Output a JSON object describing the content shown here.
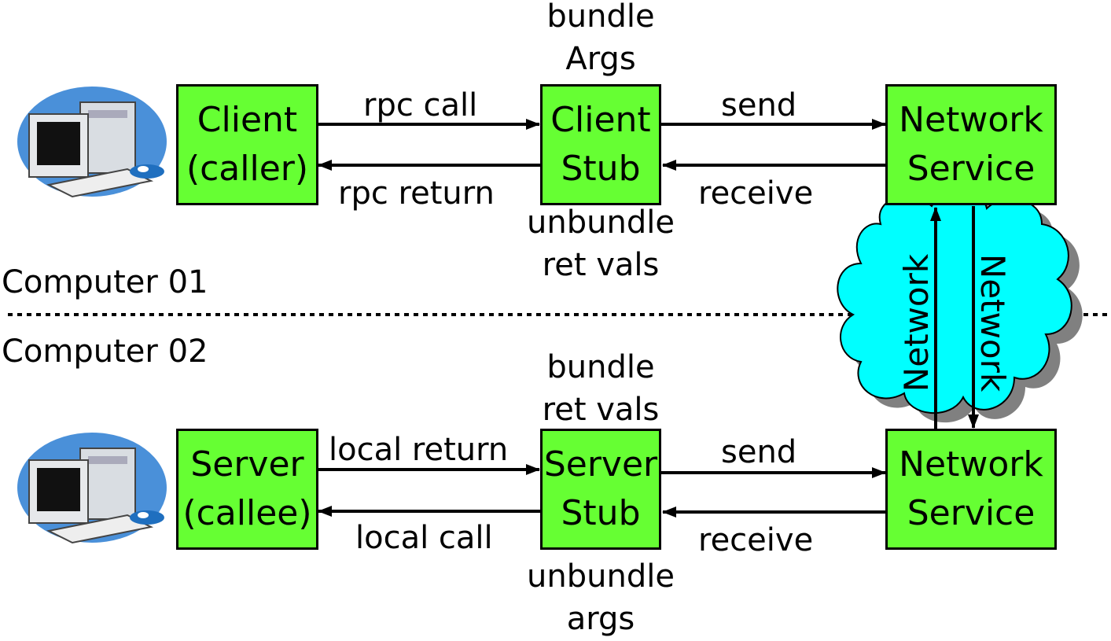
{
  "computer_top": {
    "label": "Computer 01",
    "client": {
      "line1": "Client",
      "line2": "(caller)"
    },
    "client_stub": {
      "line1": "Client",
      "line2": "Stub"
    },
    "network_service": {
      "line1": "Network",
      "line2": "Service"
    },
    "arrow_rpc_call": "rpc call",
    "arrow_rpc_return": "rpc return",
    "arrow_send": "send",
    "arrow_receive": "receive",
    "note_bundle": {
      "line1": "bundle",
      "line2": "Args"
    },
    "note_unbundle": {
      "line1": "unbundle",
      "line2": "ret vals"
    }
  },
  "computer_bottom": {
    "label": "Computer 02",
    "server": {
      "line1": "Server",
      "line2": "(callee)"
    },
    "server_stub": {
      "line1": "Server",
      "line2": "Stub"
    },
    "network_service": {
      "line1": "Network",
      "line2": "Service"
    },
    "arrow_local_return": "local return",
    "arrow_local_call": "local call",
    "arrow_send": "send",
    "arrow_receive": "receive",
    "note_bundle": {
      "line1": "bundle",
      "line2": "ret vals"
    },
    "note_unbundle": {
      "line1": "unbundle",
      "line2": "args"
    }
  },
  "network_cloud": {
    "label_up": "Network",
    "label_down": "Network",
    "color": "#00ffff"
  },
  "colors": {
    "box": "#66ff33",
    "cloud": "#00ffff",
    "monitor_ring": "#4a90d9"
  }
}
